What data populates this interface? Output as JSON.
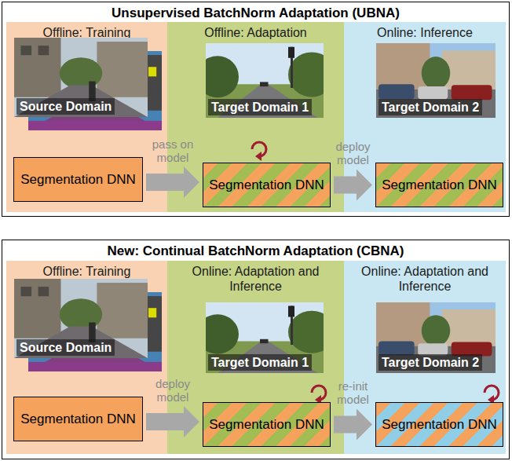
{
  "diagram": {
    "nodes": [
      {
        "text": [
          "Unsupervised BatchNorm Adaptation (UBNA)"
        ]
      },
      {
        "text": [
          "Offline: Training"
        ],
        "in": 0
      },
      {
        "text": [
          "Source Domain"
        ],
        "in": 1
      },
      {
        "text": [
          "Segmentation DNN"
        ],
        "in": 1
      },
      {
        "text": [
          "Offline: Adaptation"
        ],
        "in": 0
      },
      {
        "text": [
          "Target Domain 1"
        ],
        "in": 4
      },
      {
        "text": [
          "Segmentation DNN"
        ],
        "in": 4
      },
      {
        "text": [
          "Online: Inference"
        ],
        "in": 0
      },
      {
        "text": [
          "Target Domain 2"
        ],
        "in": 7
      },
      {
        "text": [
          "Segmentation DNN"
        ],
        "in": 7
      },
      {
        "text": [
          "New: Continual BatchNorm Adaptation (CBNA)"
        ]
      },
      {
        "text": [
          "Offline: Training"
        ],
        "in": 10
      },
      {
        "text": [
          "Source Domain"
        ],
        "in": 11
      },
      {
        "text": [
          "Segmentation DNN"
        ],
        "in": 11
      },
      {
        "text": [
          "Online: Adaptation and Inference"
        ],
        "in": 10
      },
      {
        "text": [
          "Target Domain 1"
        ],
        "in": 14
      },
      {
        "text": [
          "Segmentation DNN"
        ],
        "in": 14
      },
      {
        "text": [
          "Online: Adaptation and Inference"
        ],
        "in": 10
      },
      {
        "text": [
          "Target Domain 2"
        ],
        "in": 17
      },
      {
        "text": [
          "Segmentation DNN"
        ],
        "in": 17
      }
    ],
    "edges": [
      {
        "from": 3,
        "to": 6,
        "arrow": "to",
        "label": "pass on model"
      },
      {
        "from": 6,
        "to": 9,
        "arrow": "to",
        "label": "deploy model"
      },
      {
        "from": 13,
        "to": 16,
        "arrow": "to",
        "label": "deploy model"
      },
      {
        "from": 16,
        "to": 19,
        "arrow": "to",
        "label": "re-init model"
      }
    ]
  }
}
